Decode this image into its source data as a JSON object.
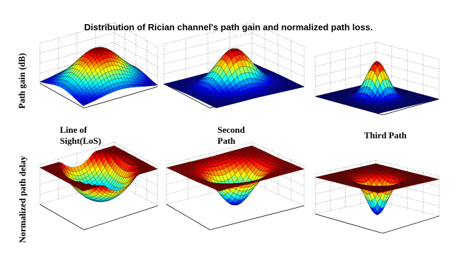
{
  "figure": {
    "title": "Distribution of  Rician channel's path gain and normalized path loss."
  },
  "chart_data": {
    "type": "surface",
    "title": "Distribution of  Rician channel's path gain and normalized path loss.",
    "row_labels": [
      "Path gain (dB)",
      "Normalized path delay"
    ],
    "column_labels": [
      "Line of Sight(LoS)",
      "Second Path",
      "Third Path"
    ],
    "colormap": "jet",
    "grid": true,
    "surfaces": [
      {
        "row": 0,
        "column": 0,
        "shape": "gaussian-peak",
        "width": 0.9,
        "amplitude": 1.0
      },
      {
        "row": 0,
        "column": 1,
        "shape": "gaussian-peak",
        "width": 0.55,
        "amplitude": 1.0
      },
      {
        "row": 0,
        "column": 2,
        "shape": "gaussian-peak",
        "width": 0.38,
        "amplitude": 1.0
      },
      {
        "row": 1,
        "column": 0,
        "shape": "saddle-bowl",
        "width": 0.9,
        "amplitude": 1.0
      },
      {
        "row": 1,
        "column": 1,
        "shape": "gaussian-dip",
        "width": 0.55,
        "amplitude": 1.0
      },
      {
        "row": 1,
        "column": 2,
        "shape": "gaussian-dip",
        "width": 0.38,
        "amplitude": 1.0
      }
    ]
  }
}
